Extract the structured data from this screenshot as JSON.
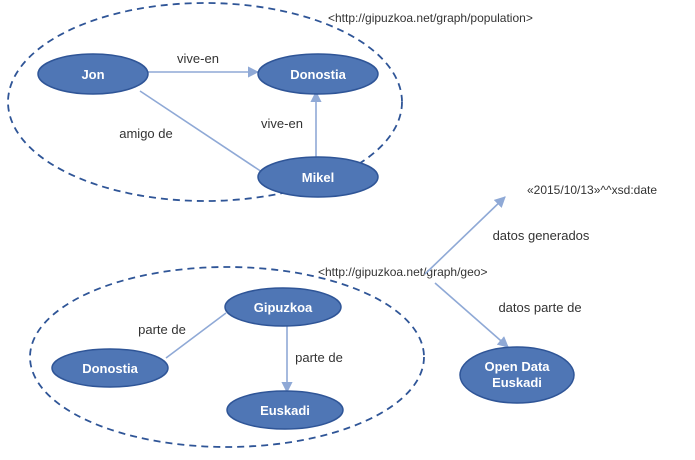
{
  "graphs": {
    "population_uri": "<http://gipuzkoa.net/graph/population>",
    "geo_uri": "<http://gipuzkoa.net/graph/geo>"
  },
  "nodes": {
    "jon": "Jon",
    "donostia_top": "Donostia",
    "mikel": "Mikel",
    "gipuzkoa": "Gipuzkoa",
    "donostia_bottom": "Donostia",
    "euskadi": "Euskadi",
    "open_data_line1": "Open Data",
    "open_data_line2": "Euskadi"
  },
  "edges": {
    "vive_en_1": "vive-en",
    "vive_en_2": "vive-en",
    "amigo_de": "amigo de",
    "parte_de_1": "parte de",
    "parte_de_2": "parte de",
    "datos_generados": "datos generados",
    "datos_parte_de": "datos parte de"
  },
  "literals": {
    "date": "«2015/10/13»^^xsd:date"
  },
  "colors": {
    "node_fill": "#4f76b5",
    "node_stroke": "#2f5597",
    "edge": "#8fa9d6",
    "dashed_border": "#2f5597"
  }
}
